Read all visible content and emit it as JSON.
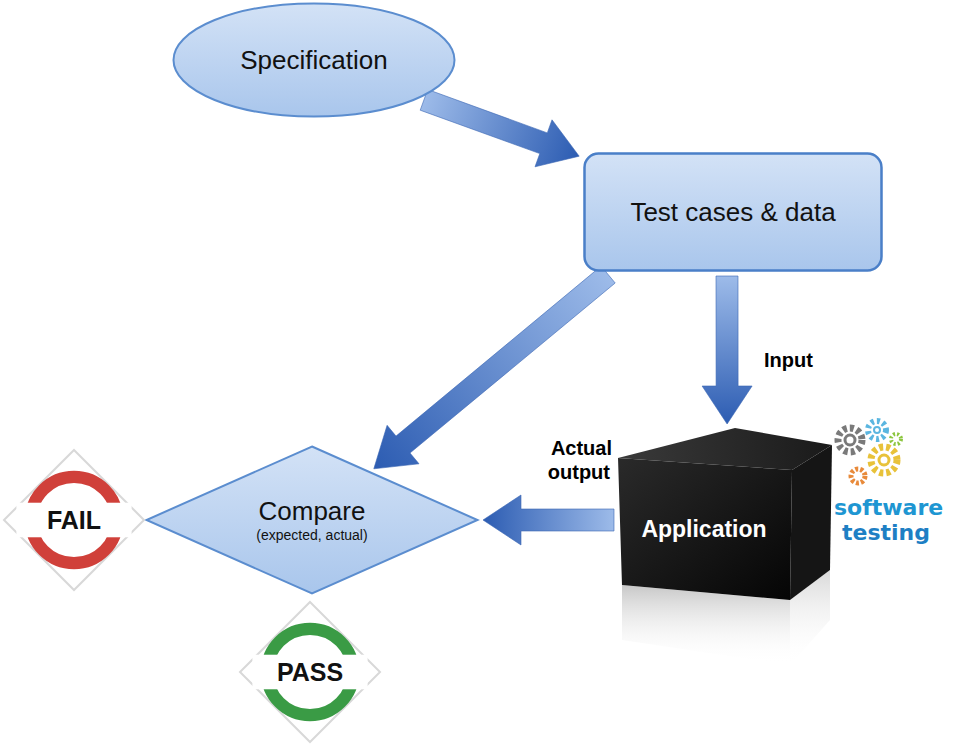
{
  "diagram": {
    "nodes": [
      {
        "text": [
          "Specification"
        ]
      },
      {
        "text": [
          "Test cases & data"
        ]
      },
      {
        "text": [
          "Application"
        ]
      },
      {
        "text": [
          "Compare",
          "(expected, actual)"
        ]
      },
      {
        "text": [
          "FAIL"
        ]
      },
      {
        "text": [
          "PASS"
        ]
      }
    ],
    "edges": [
      {
        "from": 0,
        "to": 1,
        "arrow": "to"
      },
      {
        "from": 1,
        "to": 2,
        "label": "Input",
        "arrow": "to"
      },
      {
        "from": 1,
        "to": 3,
        "arrow": "to"
      },
      {
        "from": 2,
        "to": 3,
        "label": "Actual output",
        "arrow": "to"
      }
    ],
    "labels": [
      "software",
      "testing"
    ]
  }
}
